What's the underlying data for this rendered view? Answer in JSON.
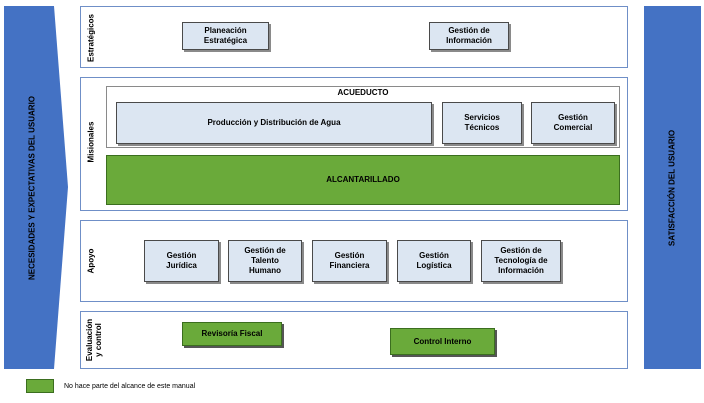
{
  "left_label": "NECESIDADES Y EXPECTATIVAS DEL USUARIO",
  "right_label": "SATISFACCIÓN DEL USUARIO",
  "sections": {
    "estrategicos": {
      "label": "Estratégicos",
      "boxes": [
        "Planeación\nEstratégica",
        "Gestión de\nInformación"
      ]
    },
    "misionales": {
      "label": "Misionales",
      "acueducto_title": "ACUEDUCTO",
      "acueducto_boxes": [
        "Producción y Distribución de Agua",
        "Servicios\nTécnicos",
        "Gestión\nComercial"
      ],
      "alcantarillado": "ALCANTARILLADO"
    },
    "apoyo": {
      "label": "Apoyo",
      "boxes": [
        "Gestión\nJurídica",
        "Gestión de\nTalento\nHumano",
        "Gestión\nFinanciera",
        "Gestión\nLogística",
        "Gestión de\nTecnología de\nInformación"
      ]
    },
    "evaluacion": {
      "label": "Evaluación\ny control",
      "boxes": [
        "Revisoría Fiscal",
        "Control Interno"
      ]
    }
  },
  "legend": {
    "text": "No hace parte del alcance de este manual",
    "color": "#6aaa3a"
  },
  "colors": {
    "blue": "#4472c4",
    "light_box": "#dce6f2",
    "green": "#6aaa3a"
  }
}
